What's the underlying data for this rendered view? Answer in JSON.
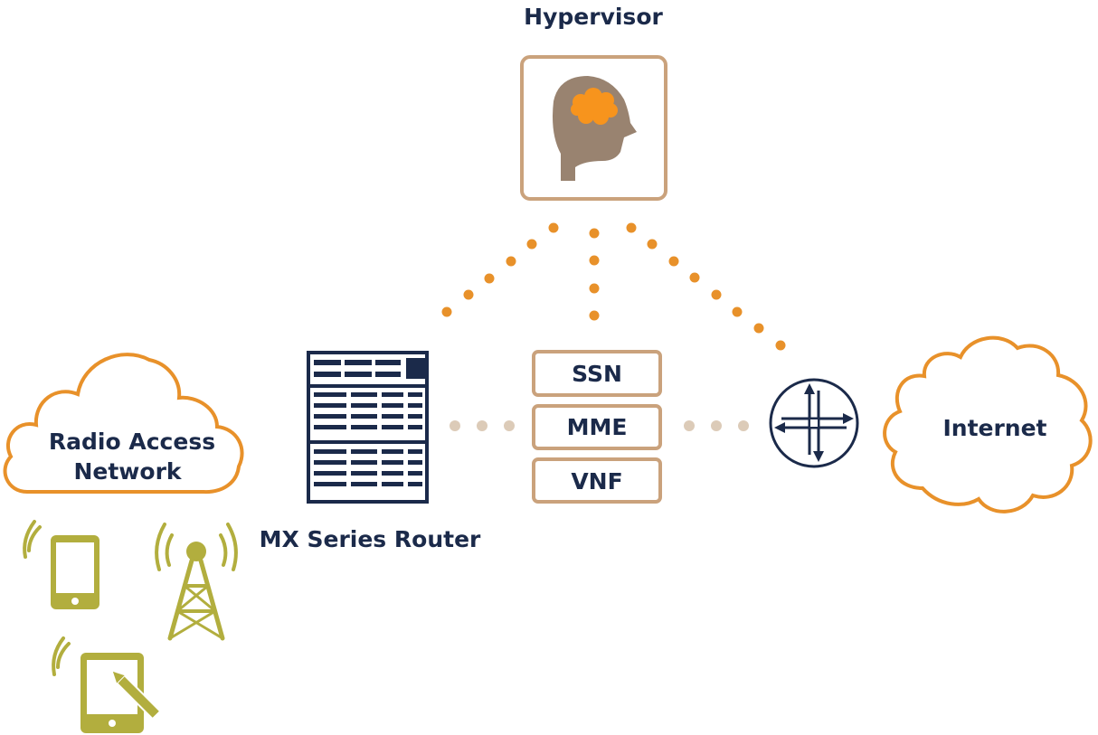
{
  "hypervisor": {
    "label": "Hypervisor",
    "icon": "head-brain-icon"
  },
  "ran": {
    "label_line1": "Radio Access",
    "label_line2": "Network",
    "icon": "cloud-icon"
  },
  "router": {
    "label": "MX Series Router",
    "icon": "router-rack-icon"
  },
  "functions": {
    "ssn": "SSN",
    "mme": "MME",
    "vnf": "VNF"
  },
  "internet": {
    "label": "Internet",
    "icon": "cloud-icon"
  },
  "edge_router": {
    "icon": "router-crossroads-icon"
  },
  "devices": [
    "phone-icon",
    "cell-tower-icon",
    "tablet-pen-icon"
  ],
  "colors": {
    "navy": "#1b2a4a",
    "orange": "#e8912a",
    "tan": "#caa27c",
    "olive": "#b2ae3e",
    "brain": "#f7941d",
    "head": "#998370",
    "dot_light": "#dccbb8"
  }
}
